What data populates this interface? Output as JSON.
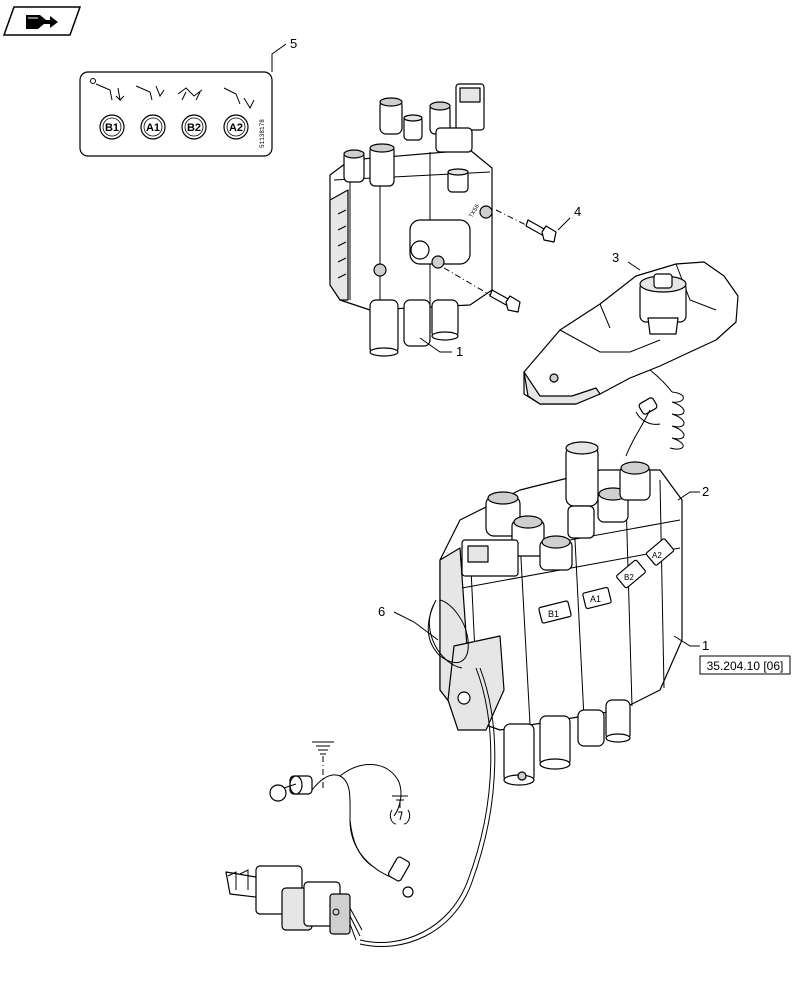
{
  "nav_icon": "book-arrow-icon",
  "decal": {
    "labels": [
      "B1",
      "A1",
      "B2",
      "A2"
    ],
    "serial": "51138178"
  },
  "callouts": {
    "c1_top": "1",
    "c1_bottom": "1",
    "c2": "2",
    "c3": "3",
    "c4": "4",
    "c5": "5",
    "c6": "6"
  },
  "reference": "35.204.10 [06]",
  "valve_tags": [
    "B1",
    "A1",
    "B2",
    "A2"
  ],
  "symbols": {
    "ground_icon": "ground-icon",
    "pushbutton_icon": "pushbutton-icon"
  }
}
